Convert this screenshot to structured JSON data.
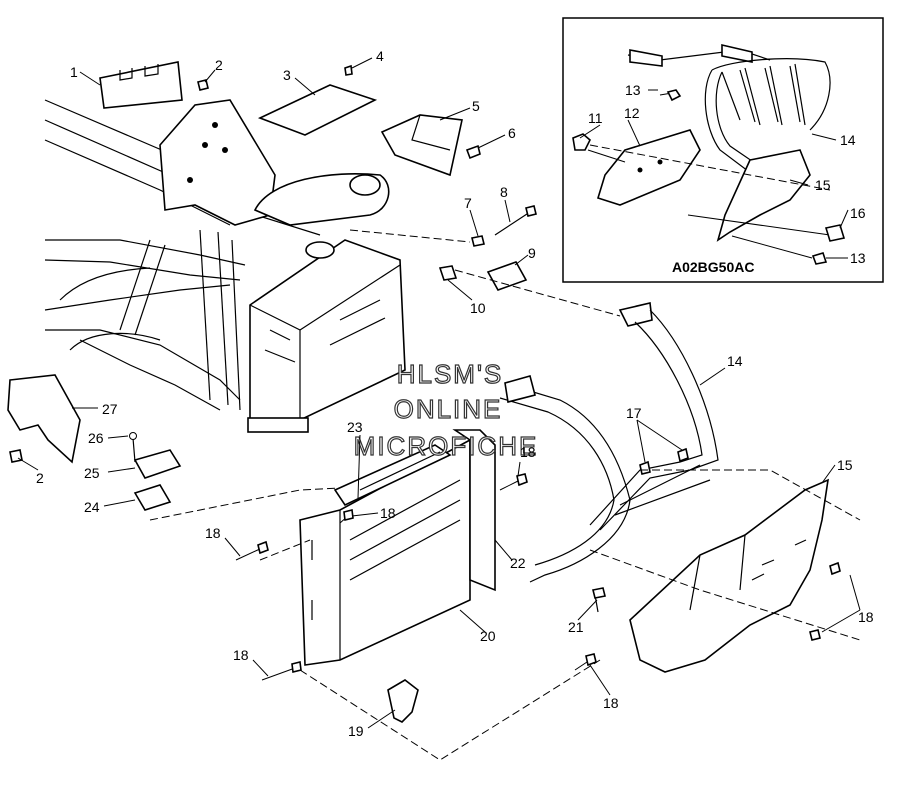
{
  "diagram": {
    "inset_reference": "A02BG50AC",
    "watermark": [
      "HLSM'S",
      "ONLINE",
      "MICROFICHE"
    ],
    "callouts": {
      "c1": "1",
      "c2a": "2",
      "c2b": "2",
      "c3": "3",
      "c4": "4",
      "c5": "5",
      "c6": "6",
      "c7": "7",
      "c8": "8",
      "c9": "9",
      "c10": "10",
      "c11": "11",
      "c12": "12",
      "c13a": "13",
      "c13b": "13",
      "c14a": "14",
      "c14b": "14",
      "c15a": "15",
      "c15b": "15",
      "c16": "16",
      "c17": "17",
      "c18a": "18",
      "c18b": "18",
      "c18c": "18",
      "c18d": "18",
      "c18e": "18",
      "c18f": "18",
      "c19": "19",
      "c20": "20",
      "c21": "21",
      "c22": "22",
      "c23": "23",
      "c24": "24",
      "c25": "25",
      "c26": "26",
      "c27": "27"
    }
  }
}
